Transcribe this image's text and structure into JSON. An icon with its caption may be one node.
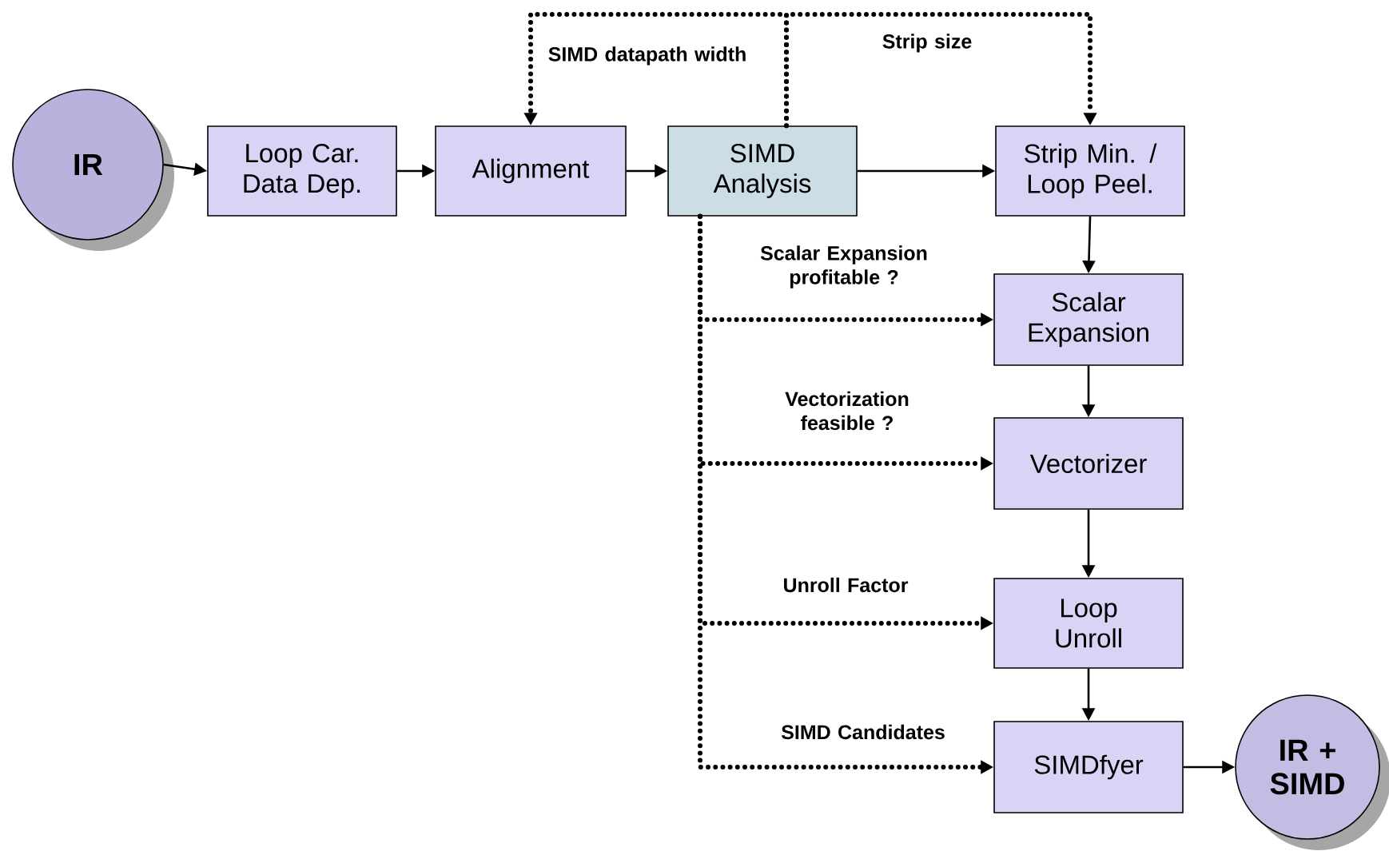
{
  "diagram": {
    "nodes": [
      {
        "text": [
          "IR"
        ]
      },
      {
        "text": [
          "Loop Car. Data Dep."
        ]
      },
      {
        "text": [
          "Alignment"
        ]
      },
      {
        "text": [
          "SIMD Analysis"
        ]
      },
      {
        "text": [
          "Strip Min. / Loop Peel."
        ]
      },
      {
        "text": [
          "Scalar Expansion"
        ]
      },
      {
        "text": [
          "Vectorizer"
        ]
      },
      {
        "text": [
          "Loop Unroll"
        ]
      },
      {
        "text": [
          "SIMDfyer"
        ]
      },
      {
        "text": [
          "IR + SIMD"
        ]
      }
    ],
    "edges": [
      {
        "from": 0,
        "to": 1,
        "arrow": "to"
      },
      {
        "from": 1,
        "to": 2,
        "arrow": "to"
      },
      {
        "from": 2,
        "to": 3,
        "arrow": "to"
      },
      {
        "from": 3,
        "to": 4,
        "arrow": "to"
      },
      {
        "from": 4,
        "to": 5,
        "arrow": "to"
      },
      {
        "from": 5,
        "to": 6,
        "arrow": "to"
      },
      {
        "from": 6,
        "to": 7,
        "arrow": "to"
      },
      {
        "from": 7,
        "to": 8,
        "arrow": "to"
      },
      {
        "from": 8,
        "to": 9,
        "arrow": "to"
      },
      {
        "from": 3,
        "to": 2,
        "arrow": "to",
        "style": "dashed",
        "label": "SIMD datapath width"
      },
      {
        "from": 3,
        "to": 4,
        "arrow": "to",
        "style": "dashed",
        "label": "Strip size"
      },
      {
        "from": 3,
        "to": 5,
        "arrow": "to",
        "style": "dashed",
        "label": "Scalar Expansion profitable ?"
      },
      {
        "from": 3,
        "to": 6,
        "arrow": "to",
        "style": "dashed",
        "label": "Vectorization feasible ?"
      },
      {
        "from": 3,
        "to": 7,
        "arrow": "to",
        "style": "dashed",
        "label": "Unroll Factor"
      },
      {
        "from": 3,
        "to": 8,
        "arrow": "to",
        "style": "dashed",
        "label": "SIMD Candidates"
      }
    ]
  }
}
